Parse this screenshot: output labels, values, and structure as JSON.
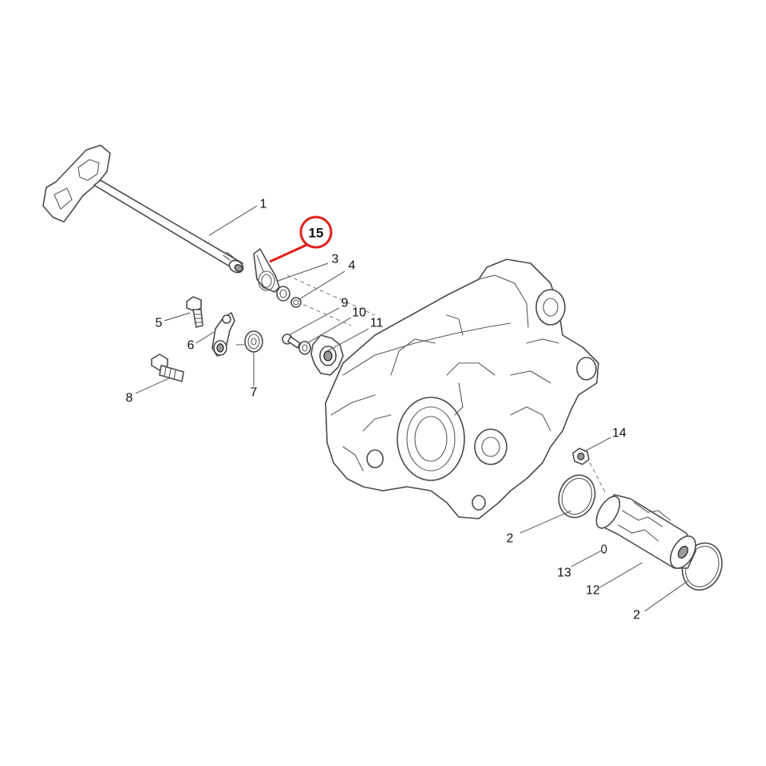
{
  "diagram": {
    "highlight_color": "#e0201a",
    "callouts": [
      {
        "id": "c1",
        "label": "1"
      },
      {
        "id": "c15",
        "label": "15",
        "highlighted": true
      },
      {
        "id": "c3",
        "label": "3"
      },
      {
        "id": "c4",
        "label": "4"
      },
      {
        "id": "c5",
        "label": "5"
      },
      {
        "id": "c6",
        "label": "6"
      },
      {
        "id": "c7",
        "label": "7"
      },
      {
        "id": "c8",
        "label": "8"
      },
      {
        "id": "c9",
        "label": "9"
      },
      {
        "id": "c10",
        "label": "10"
      },
      {
        "id": "c11",
        "label": "11"
      },
      {
        "id": "c14",
        "label": "14"
      },
      {
        "id": "c2a",
        "label": "2"
      },
      {
        "id": "c13",
        "label": "13"
      },
      {
        "id": "c12",
        "label": "12"
      },
      {
        "id": "c2b",
        "label": "2"
      }
    ]
  }
}
